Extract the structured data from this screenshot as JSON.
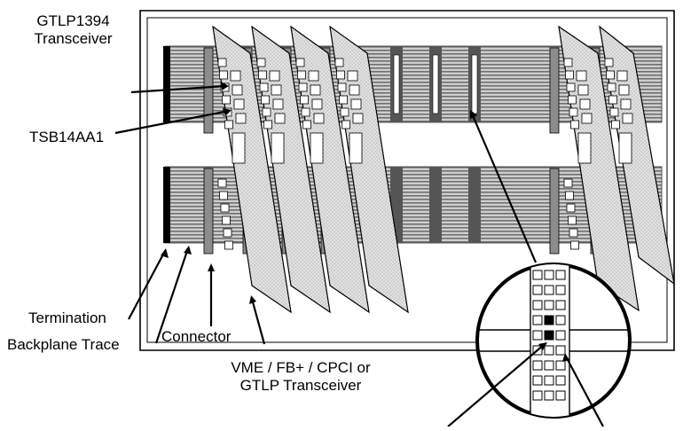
{
  "labels": {
    "gtlp1394_line1": "GTLP1394",
    "gtlp1394_line2": "Transceiver",
    "tsb14aa1": "TSB14AA1",
    "termination": "Termination",
    "backplane_trace": "Backplane Trace",
    "connector": "Connector",
    "vme_line1": "VME / FB+ / CPCI or",
    "vme_line2": "GTLP Transceiver"
  },
  "colors": {
    "line": "#000000",
    "card_fill": "#d8d8d8",
    "backplane_fill": "#ffffff",
    "trace_fill": "#a9a9a9",
    "connector_fill": "#8c8c8c",
    "termination_fill": "#000000"
  }
}
